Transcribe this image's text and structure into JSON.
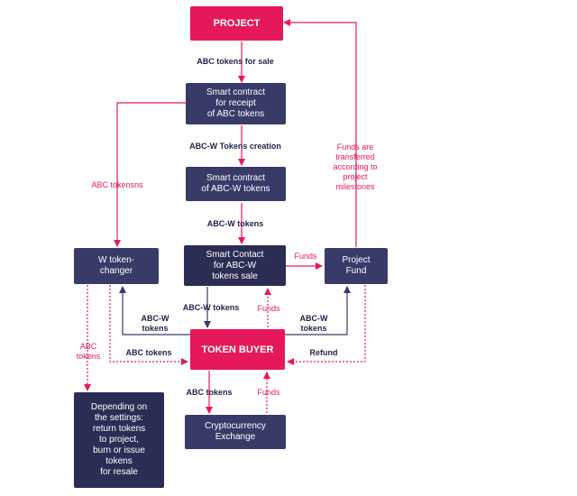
{
  "nodes": {
    "project": "PROJECT",
    "smart_contract_receipt": "Smart contract\nfor receipt\nof ABC tokens",
    "smart_contract_abcw": "Smart contract\nof ABC-W tokens",
    "smart_contact_sale": "Smart Contact\nfor ABC-W\ntokens sale",
    "w_token_changer": "W token-\nchanger",
    "project_fund": "Project\nFund",
    "token_buyer": "TOKEN BUYER",
    "crypto_exchange": "Cryptocurrency\nExchange",
    "depending": "Depending on\nthe settings:\nreturn tokens\nto project,\nburn or issue\ntokens\nfor resale"
  },
  "labels": {
    "abc_tokens_for_sale": "ABC tokens for sale",
    "abcw_tokens_creation": "ABC-W Tokens creation",
    "abcw_tokens_1": "ABC-W tokens",
    "abc_tokensns": "ABC tokensns",
    "funds_transferred": "Funds are\ntransferred\naccording to\nproject\nmilestones",
    "funds_to_fund": "Funds",
    "abcw_tokens_down": "ABC-W tokens",
    "abcw_tokens_left": "ABC-W\ntokens",
    "funds_up": "Funds",
    "abcw_tokens_right": "ABC-W\ntokens",
    "abc_tokens_to_changer": "ABC tokens",
    "refund": "Refund",
    "abc_tokens_side": "ABC\ntokens",
    "abc_tokens_exchange": "ABC tokens",
    "funds_exchange": "Funds"
  },
  "colors": {
    "navy": "#383a68",
    "navy_dark": "#2b2d55",
    "pink": "#e5195a",
    "text_dark": "#1f2147"
  }
}
